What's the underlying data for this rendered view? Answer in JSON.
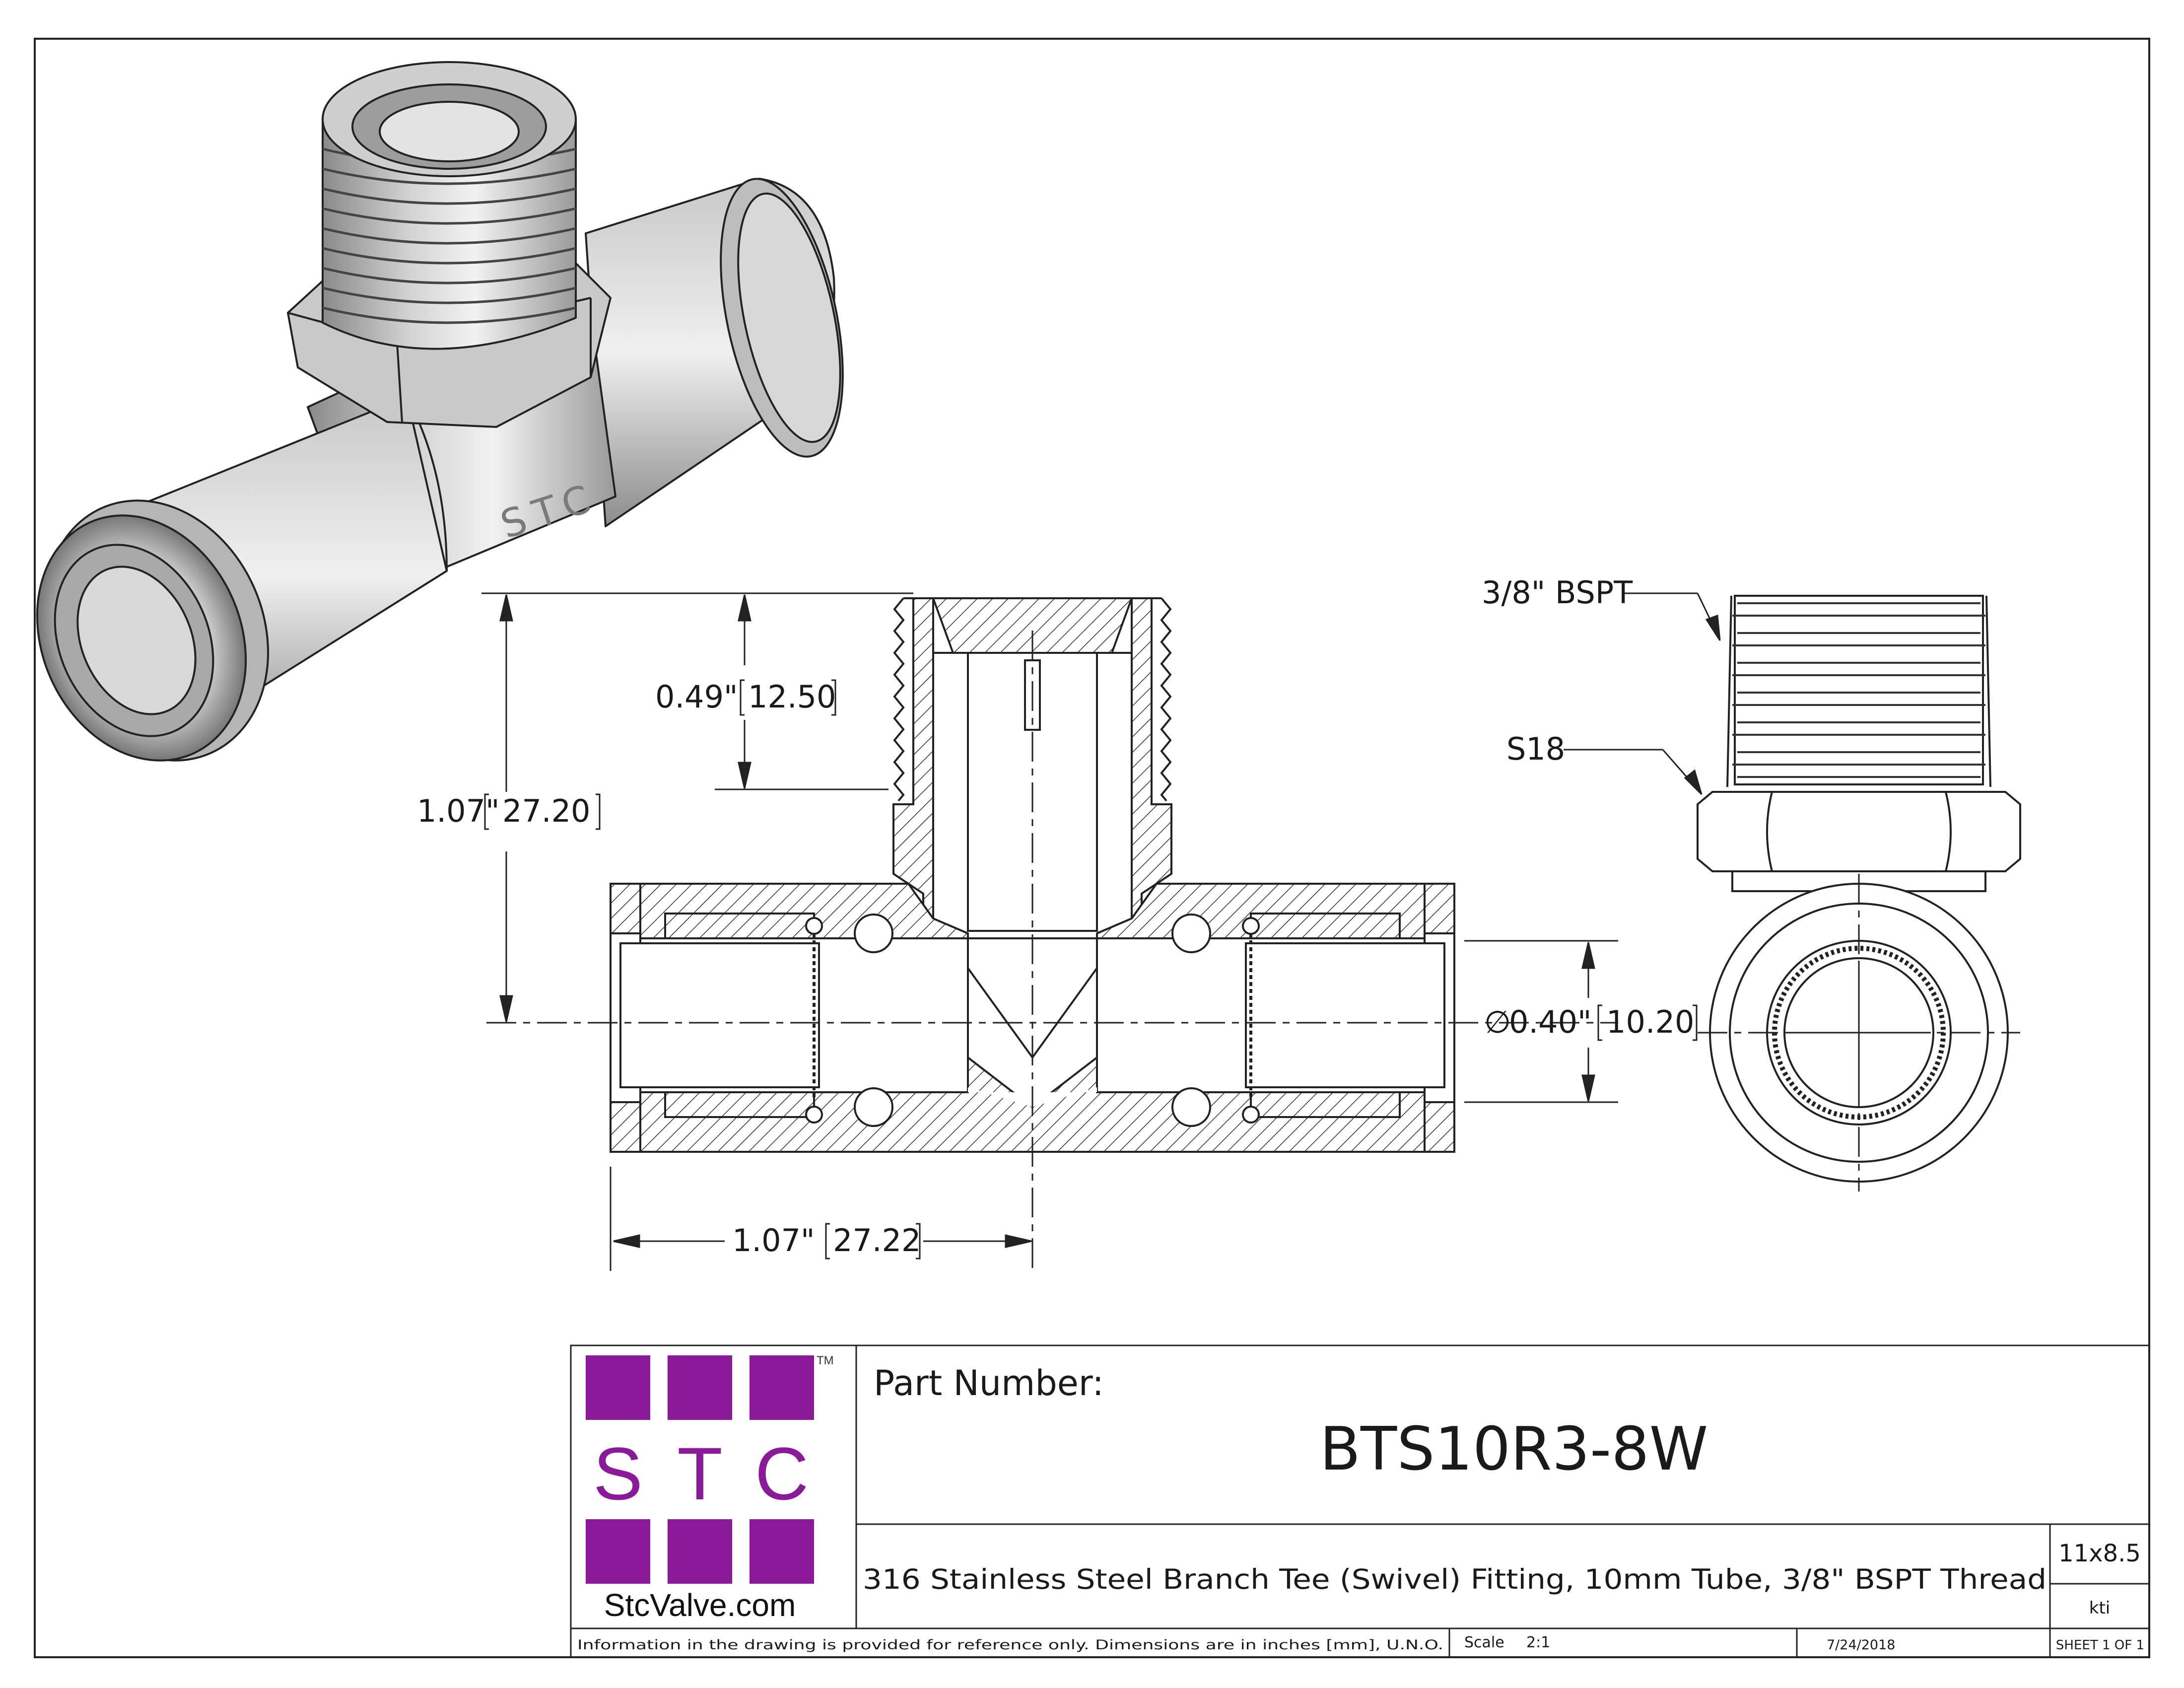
{
  "part_number_label": "Part Number:",
  "part_number": "BTS10R3-8W",
  "description": "316 Stainless Steel Branch Tee (Swivel) Fitting, 10mm Tube, 3/8\" BSPT Thread",
  "sheet_size": "11x8.5",
  "author": "kti",
  "disclaimer": "Information in the drawing is provided for reference only. Dimensions are in inches [mm], U.N.O.",
  "scale_label": "Scale",
  "scale_value": "2:1",
  "date": "7/24/2018",
  "sheet": "SHEET 1 OF 1",
  "logo": {
    "letters": [
      "S",
      "T",
      "C"
    ],
    "tm": "TM",
    "website": "StcValve.com",
    "color": "#8b1a9b"
  },
  "iso_body_marking": "STC",
  "dimensions": {
    "overall_height_in": "1.07\"",
    "overall_height_mm": "27.20",
    "thread_length_in": "0.49\"",
    "thread_length_mm": "12.50",
    "bore_diameter_symbol": "∅",
    "bore_diameter_in": "0.40\"",
    "bore_diameter_mm": "10.20",
    "half_width_in": "1.07\"",
    "half_width_mm": "27.22"
  },
  "callouts": {
    "thread": "3/8\" BSPT",
    "hex": "S18"
  }
}
